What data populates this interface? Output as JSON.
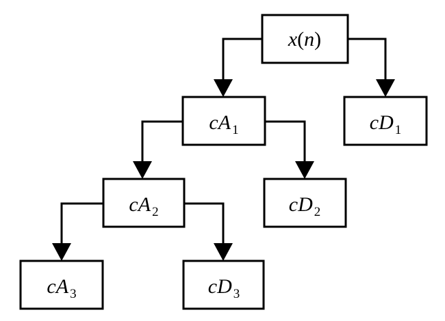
{
  "diagram": {
    "nodes": {
      "root": {
        "var": "x",
        "paren_open": "(",
        "arg": "n",
        "paren_close": ")"
      },
      "ca1": {
        "prefix": "cA",
        "sub": "1"
      },
      "cd1": {
        "prefix": "cD",
        "sub": "1"
      },
      "ca2": {
        "prefix": "cA",
        "sub": "2"
      },
      "cd2": {
        "prefix": "cD",
        "sub": "2"
      },
      "ca3": {
        "prefix": "cA",
        "sub": "3"
      },
      "cd3": {
        "prefix": "cD",
        "sub": "3"
      }
    },
    "edges": [
      [
        "root",
        "ca1"
      ],
      [
        "root",
        "cd1"
      ],
      [
        "ca1",
        "ca2"
      ],
      [
        "ca1",
        "cd2"
      ],
      [
        "ca2",
        "ca3"
      ],
      [
        "ca2",
        "cd3"
      ]
    ],
    "colors": {
      "stroke": "#000000",
      "fill": "#ffffff"
    }
  }
}
